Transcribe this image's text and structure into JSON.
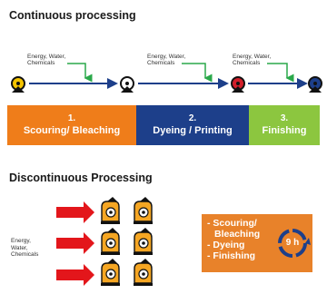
{
  "continuous": {
    "title": "Continuous processing",
    "inputs_label": [
      "Energy, Water,",
      "Chemicals"
    ],
    "stages": [
      {
        "number": "1.",
        "label": "Scouring/ Bleaching",
        "color": "#ef7d1a"
      },
      {
        "number": "2.",
        "label": "Dyeing / Printing",
        "color": "#1d3f8a"
      },
      {
        "number": "3.",
        "label": "Finishing",
        "color": "#8cc63f"
      }
    ],
    "roller_colors": [
      "#f5c400",
      "#ffffff",
      "#d11f2a",
      "#1d3f8a"
    ]
  },
  "discontinuous": {
    "title": "Discontinuous Processing",
    "inputs_label": [
      "Energy,",
      "Water,",
      "Chemicals"
    ],
    "batch_steps": [
      "- Scouring/",
      "  Bleaching",
      "- Dyeing",
      "- Finishing"
    ],
    "cycle_time": "9 h",
    "machine_color": "#f5a623",
    "arrow_color": "#e3161b",
    "box_color": "#e8822a"
  }
}
